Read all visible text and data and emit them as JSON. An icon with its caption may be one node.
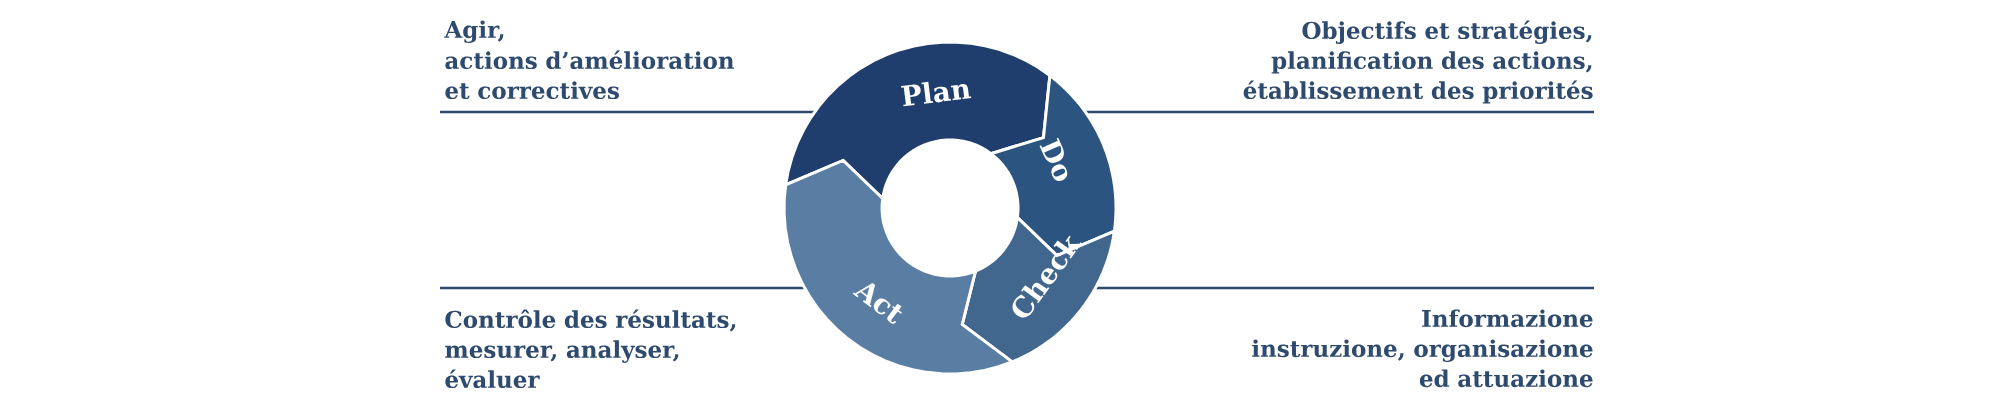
{
  "diagram": {
    "nodes": [
      {
        "text": [
          "Plan"
        ]
      },
      {
        "text": [
          "Do"
        ]
      },
      {
        "text": [
          "Check"
        ]
      },
      {
        "text": [
          "Act"
        ]
      }
    ],
    "labels": [
      "Agir,",
      "actions d’amélioration et correctives",
      "Objectifs et stratégies, planification des actions, établissement des priorités",
      "Contrôle des résultats, mesurer, analyser, évaluer",
      "Informazione",
      "instruzione, organisazione ed attuazione"
    ]
  }
}
